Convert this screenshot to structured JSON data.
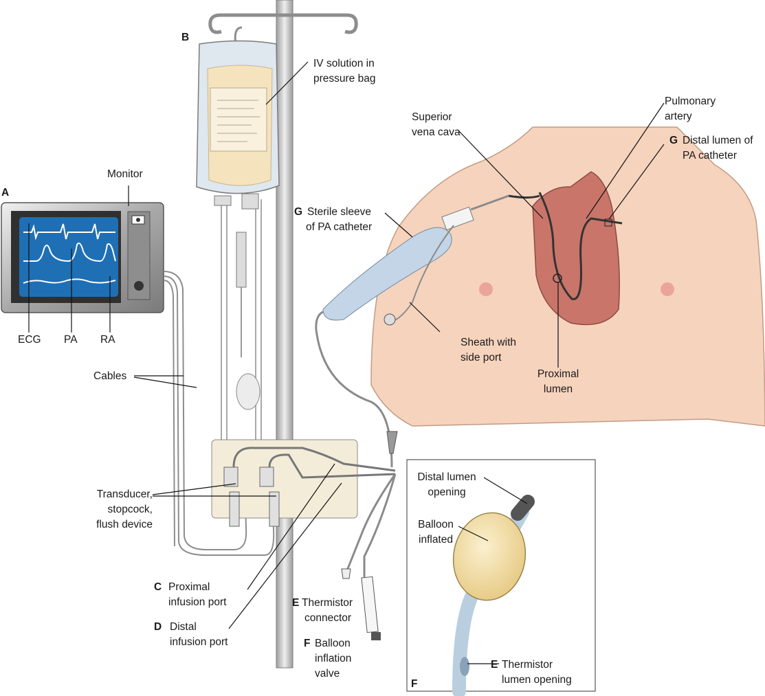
{
  "panels": {
    "A": "A",
    "B": "B",
    "F": "F"
  },
  "labels": {
    "monitor": "Monitor",
    "ecg": "ECG",
    "pa": "PA",
    "ra": "RA",
    "cables": "Cables",
    "iv_solution": [
      "IV solution in",
      "pressure bag"
    ],
    "transducer": [
      "Transducer,",
      "stopcock,",
      "flush device"
    ],
    "proximal_port": {
      "letter": "C",
      "lines": [
        "Proximal",
        "infusion port"
      ]
    },
    "distal_port": {
      "letter": "D",
      "lines": [
        "Distal",
        "infusion port"
      ]
    },
    "thermistor_connector": {
      "letter": "E",
      "lines": [
        "Thermistor",
        "connector"
      ]
    },
    "balloon_valve": {
      "letter": "F",
      "lines": [
        "Balloon",
        "inflation",
        "valve"
      ]
    },
    "sterile_sleeve": {
      "letter": "G",
      "lines": [
        "Sterile sleeve",
        "of PA catheter"
      ]
    },
    "sheath": [
      "Sheath with",
      "side port"
    ],
    "svc": [
      "Superior",
      "vena cava"
    ],
    "pulmonary_artery": [
      "Pulmonary",
      "artery"
    ],
    "distal_lumen_pa": {
      "letter": "G",
      "lines": [
        "Distal lumen of",
        "PA catheter"
      ]
    },
    "proximal_lumen": [
      "Proximal",
      "lumen"
    ],
    "distal_lumen_opening": [
      "Distal lumen",
      "opening"
    ],
    "balloon_inflated": [
      "Balloon",
      "inflated"
    ],
    "thermistor_lumen": {
      "letter": "E",
      "lines": [
        "Thermistor",
        "lumen opening"
      ]
    }
  },
  "colors": {
    "screen": "#1f6fb5",
    "trace": "#ffffff",
    "skin": "#f6d3bd",
    "heart": "#c9756a",
    "iv_fluid": "#f5e3bd",
    "tubing": "#8a8a8a",
    "pole": "#c7c7c7",
    "balloon": "#f3dda0",
    "catheter": "#b9cfe0"
  }
}
